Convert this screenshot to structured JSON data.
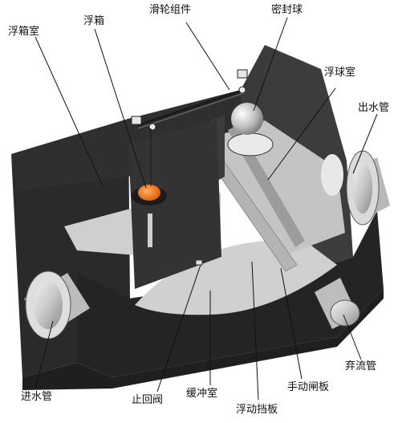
{
  "labels": {
    "float_box_chamber": "浮箱室",
    "float_box": "浮箱",
    "pulley_assembly": "滑轮组件",
    "sealing_ball": "密封球",
    "float_ball_chamber": "浮球室",
    "outlet_pipe": "出水管",
    "inlet_pipe": "进水管",
    "check_valve": "止回阀",
    "buffer_chamber": "缓冲室",
    "floating_baffle": "浮动挡板",
    "manual_gate": "手动闸板",
    "diversion_pipe": "弃流管"
  },
  "colors": {
    "wall_dark": "#2b2b2b",
    "wall_top": "#3a3a3a",
    "interior_light": "#c9c9c9",
    "pipe_light": "#d8d8d8",
    "float_orange": "#f07a1e",
    "leader": "#111111"
  }
}
